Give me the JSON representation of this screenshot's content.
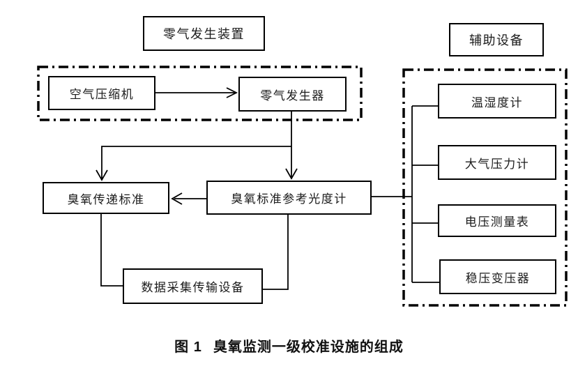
{
  "caption": {
    "label": "图 1",
    "title": "臭氧监测一级校准设施的组成"
  },
  "groups": {
    "zero_gas": {
      "title": "零气发生装置"
    },
    "auxiliary": {
      "title": "辅助设备"
    }
  },
  "nodes": {
    "air_compressor": {
      "label": "空气压缩机"
    },
    "zero_gas_generator": {
      "label": "零气发生器"
    },
    "temperature_humidity_meter": {
      "label": "温湿度计"
    },
    "barometric_pressure_meter": {
      "label": "大气压力计"
    },
    "voltage_meter": {
      "label": "电压测量表"
    },
    "voltage_stabilizing_transformer": {
      "label": "稳压变压器"
    },
    "ozone_transfer_standard": {
      "label": "臭氧传递标准"
    },
    "ozone_reference_photometer": {
      "label": "臭氧标准参考光度计"
    },
    "data_acquisition_transmission": {
      "label": "数据采集传输设备"
    }
  },
  "edges": [
    {
      "from": "air_compressor",
      "to": "zero_gas_generator",
      "style": "arrow"
    },
    {
      "from": "zero_gas_generator",
      "to": "ozone_reference_photometer",
      "style": "arrow"
    },
    {
      "from": "zero_gas_generator",
      "to": "ozone_transfer_standard",
      "style": "arrow"
    },
    {
      "from": "ozone_reference_photometer",
      "to": "ozone_transfer_standard",
      "style": "arrow"
    },
    {
      "from": "ozone_transfer_standard",
      "to": "data_acquisition_transmission",
      "style": "line"
    },
    {
      "from": "ozone_reference_photometer",
      "to": "data_acquisition_transmission",
      "style": "line"
    },
    {
      "from": "ozone_reference_photometer",
      "to": "auxiliary_trunk",
      "style": "line"
    },
    {
      "from": "auxiliary_trunk",
      "to": "temperature_humidity_meter",
      "style": "line"
    },
    {
      "from": "auxiliary_trunk",
      "to": "barometric_pressure_meter",
      "style": "line"
    },
    {
      "from": "auxiliary_trunk",
      "to": "voltage_meter",
      "style": "line"
    },
    {
      "from": "auxiliary_trunk",
      "to": "voltage_stabilizing_transformer",
      "style": "line"
    }
  ],
  "colors": {
    "line": "#000000",
    "text": "#1c1c1c",
    "background": "#ffffff"
  }
}
